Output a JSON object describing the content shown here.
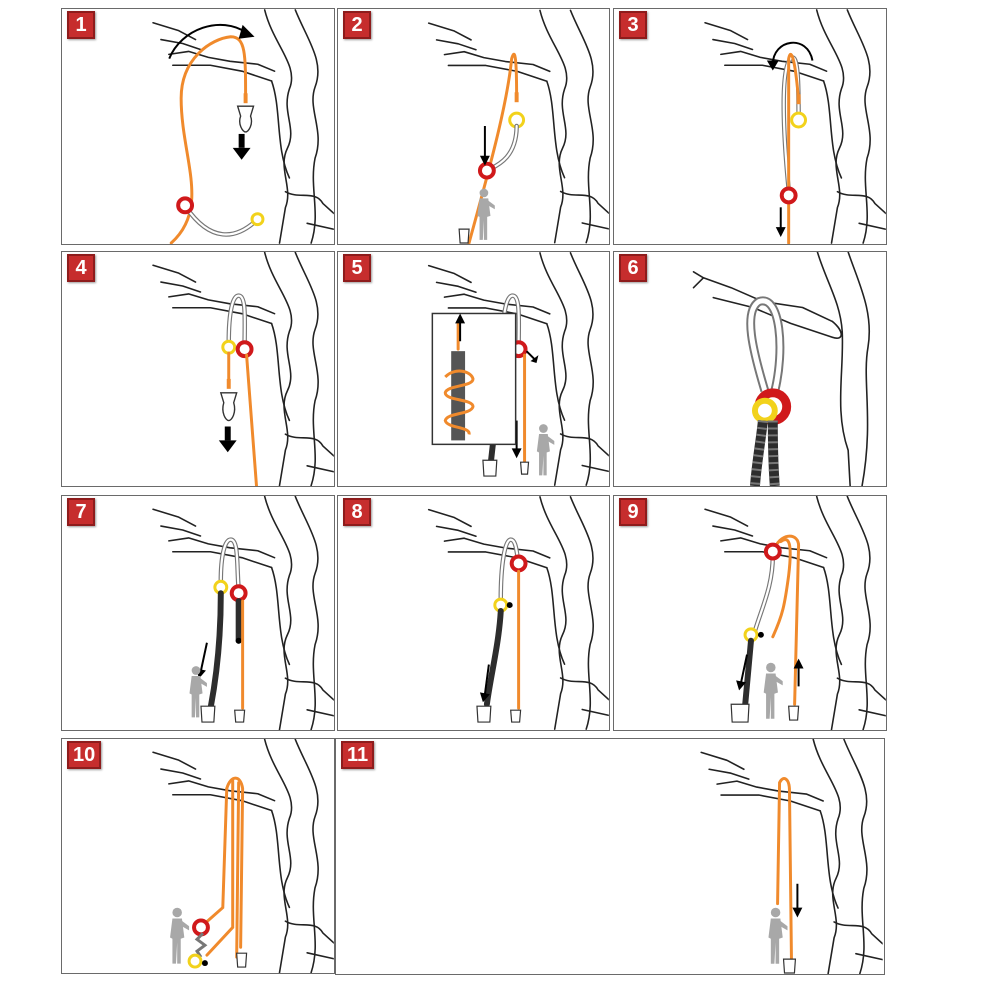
{
  "panels": [
    {
      "number": "1"
    },
    {
      "number": "2"
    },
    {
      "number": "3"
    },
    {
      "number": "4"
    },
    {
      "number": "5"
    },
    {
      "number": "6"
    },
    {
      "number": "7"
    },
    {
      "number": "8"
    },
    {
      "number": "9"
    },
    {
      "number": "10"
    },
    {
      "number": "11"
    }
  ],
  "colors": {
    "badge": "#c62d2d",
    "rope_orange": "#f08a2c",
    "ring_red": "#d0191b",
    "ring_yellow": "#f2d21b",
    "rope_dark": "#2d2d2d",
    "person": "#a8a8a8"
  }
}
